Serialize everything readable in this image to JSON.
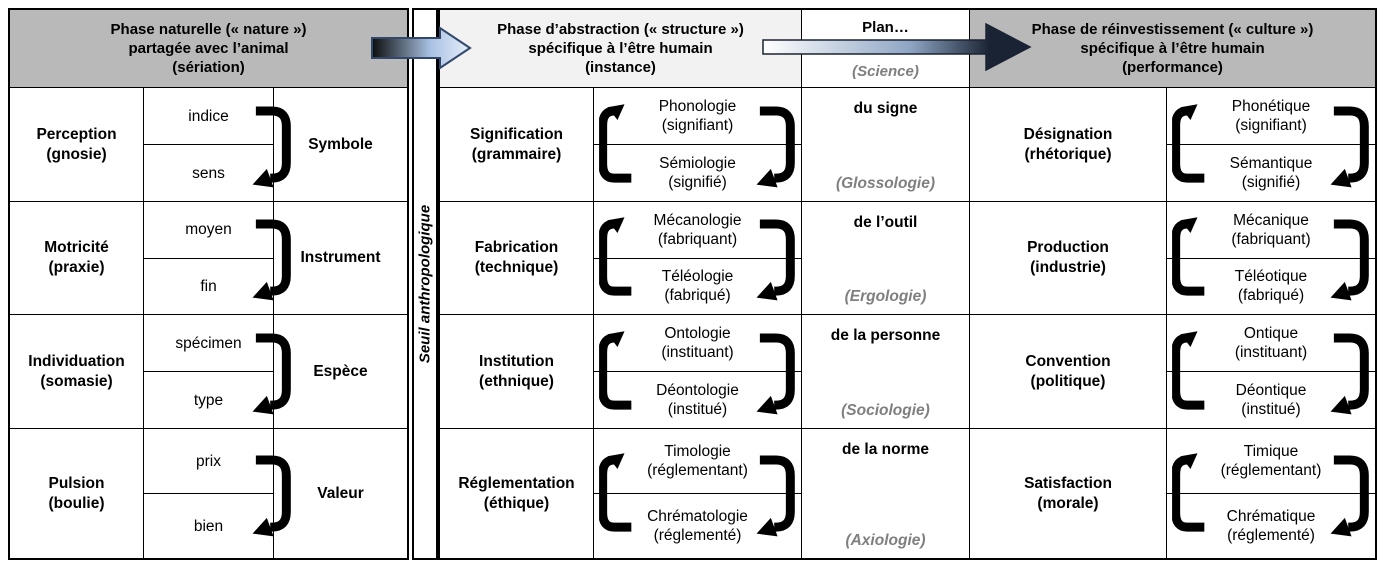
{
  "palette": {
    "header_gray": "#b9b9b9",
    "header_light_gray": "#f2f2f2",
    "muted_text_gray": "#7f7f7f",
    "arrow_outline_navy": "#31476b",
    "arrow_dark_navy": "#1a2333"
  },
  "headers": {
    "nature": {
      "line1": "Phase naturelle (« nature »)",
      "line2": "partagée avec l’animal",
      "line3": "(sériation)"
    },
    "structure": {
      "line1": "Phase d’abstraction (« structure »)",
      "line2": "spécifique à l’être humain",
      "line3": "(instance)"
    },
    "plan": {
      "title": "Plan…",
      "science": "(Science)"
    },
    "culture": {
      "line1": "Phase de réinvestissement (« culture »)",
      "line2": "spécifique à l’être humain",
      "line3": "(performance)"
    }
  },
  "threshold": {
    "label": "Seuil anthropologique"
  },
  "rows": [
    {
      "nature": {
        "title": "Perception",
        "subtitle": "(gnosie)",
        "top": "indice",
        "bottom": "sens",
        "result": "Symbole"
      },
      "structure": {
        "title": "Signification",
        "subtitle": "(grammaire)",
        "top": "Phonologie",
        "top_sub": "(signifiant)",
        "bottom": "Sémiologie",
        "bottom_sub": "(signifié)"
      },
      "plan": {
        "object": "du signe",
        "science": "(Glossologie)"
      },
      "culture": {
        "title": "Désignation",
        "subtitle": "(rhétorique)",
        "top": "Phonétique",
        "top_sub": "(signifiant)",
        "bottom": "Sémantique",
        "bottom_sub": "(signifié)"
      }
    },
    {
      "nature": {
        "title": "Motricité",
        "subtitle": "(praxie)",
        "top": "moyen",
        "bottom": "fin",
        "result": "Instrument"
      },
      "structure": {
        "title": "Fabrication",
        "subtitle": "(technique)",
        "top": "Mécanologie",
        "top_sub": "(fabriquant)",
        "bottom": "Téléologie",
        "bottom_sub": "(fabriqué)"
      },
      "plan": {
        "object": "de l’outil",
        "science": "(Ergologie)"
      },
      "culture": {
        "title": "Production",
        "subtitle": "(industrie)",
        "top": "Mécanique",
        "top_sub": "(fabriquant)",
        "bottom": "Téléotique",
        "bottom_sub": "(fabriqué)"
      }
    },
    {
      "nature": {
        "title": "Individuation",
        "subtitle": "(somasie)",
        "top": "spécimen",
        "bottom": "type",
        "result": "Espèce"
      },
      "structure": {
        "title": "Institution",
        "subtitle": "(ethnique)",
        "top": "Ontologie",
        "top_sub": "(instituant)",
        "bottom": "Déontologie",
        "bottom_sub": "(institué)"
      },
      "plan": {
        "object": "de la personne",
        "science": "(Sociologie)"
      },
      "culture": {
        "title": "Convention",
        "subtitle": "(politique)",
        "top": "Ontique",
        "top_sub": "(instituant)",
        "bottom": "Déontique",
        "bottom_sub": "(institué)"
      }
    },
    {
      "nature": {
        "title": "Pulsion",
        "subtitle": "(boulie)",
        "top": "prix",
        "bottom": "bien",
        "result": "Valeur"
      },
      "structure": {
        "title": "Réglementation",
        "subtitle": "(éthique)",
        "top": "Timologie",
        "top_sub": "(réglementant)",
        "bottom": "Chrématologie",
        "bottom_sub": "(réglementé)"
      },
      "plan": {
        "object": "de la norme",
        "science": "(Axiologie)"
      },
      "culture": {
        "title": "Satisfaction",
        "subtitle": "(morale)",
        "top": "Timique",
        "top_sub": "(réglementant)",
        "bottom": "Chrématique",
        "bottom_sub": "(réglementé)"
      }
    }
  ]
}
